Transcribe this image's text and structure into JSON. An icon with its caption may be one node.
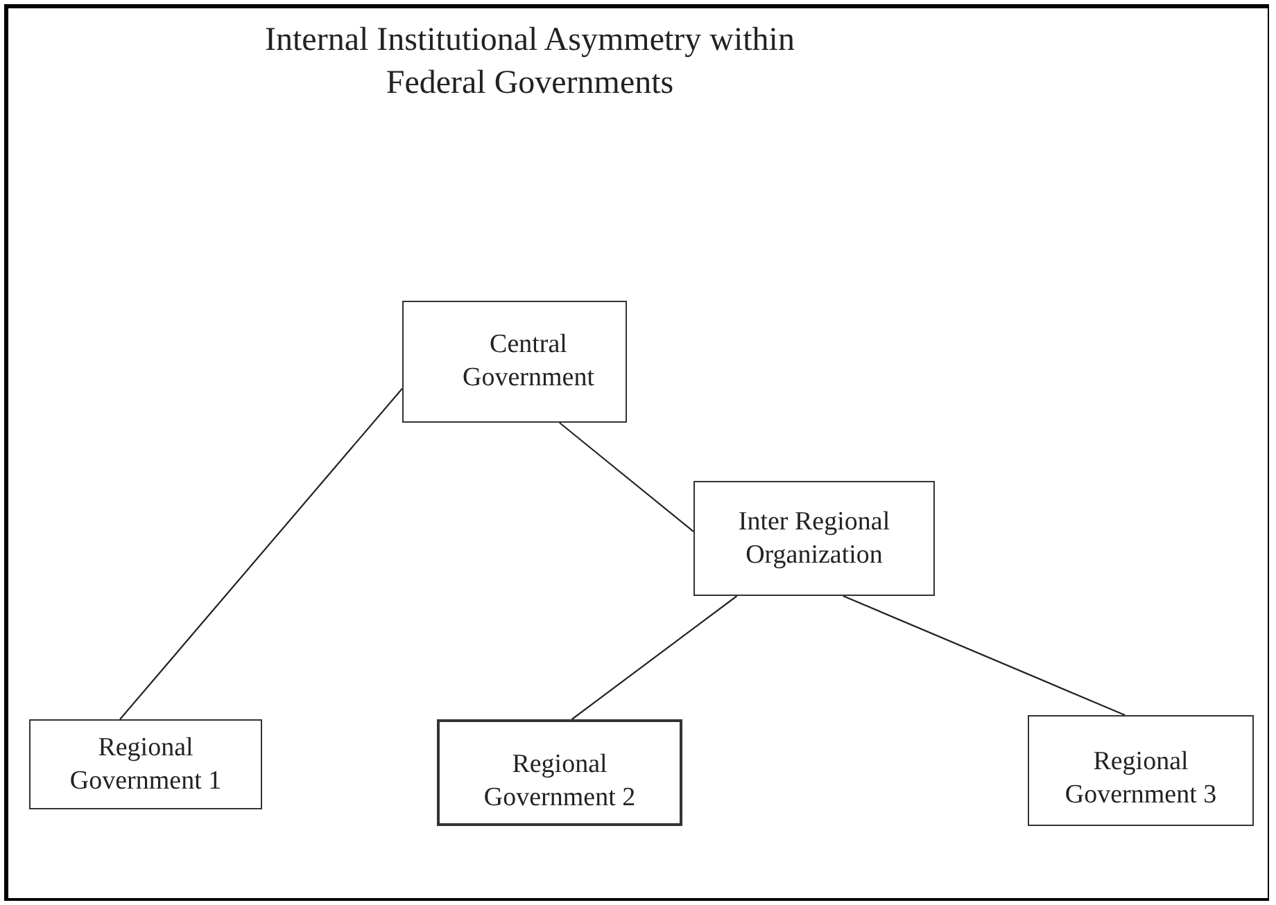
{
  "diagram": {
    "title": "Internal Institutional Asymmetry within Federal Governments",
    "nodes": [
      {
        "text": [
          "Central Government"
        ]
      },
      {
        "text": [
          "Inter Regional Organization"
        ]
      },
      {
        "text": [
          "Regional Government 1"
        ]
      },
      {
        "text": [
          "Regional Government 2"
        ]
      },
      {
        "text": [
          "Regional Government 3"
        ]
      }
    ],
    "edges": [
      {
        "from": 0,
        "to": 2,
        "arrow": "none"
      },
      {
        "from": 0,
        "to": 1,
        "arrow": "none"
      },
      {
        "from": 1,
        "to": 3,
        "arrow": "none"
      },
      {
        "from": 1,
        "to": 4,
        "arrow": "none"
      }
    ]
  }
}
